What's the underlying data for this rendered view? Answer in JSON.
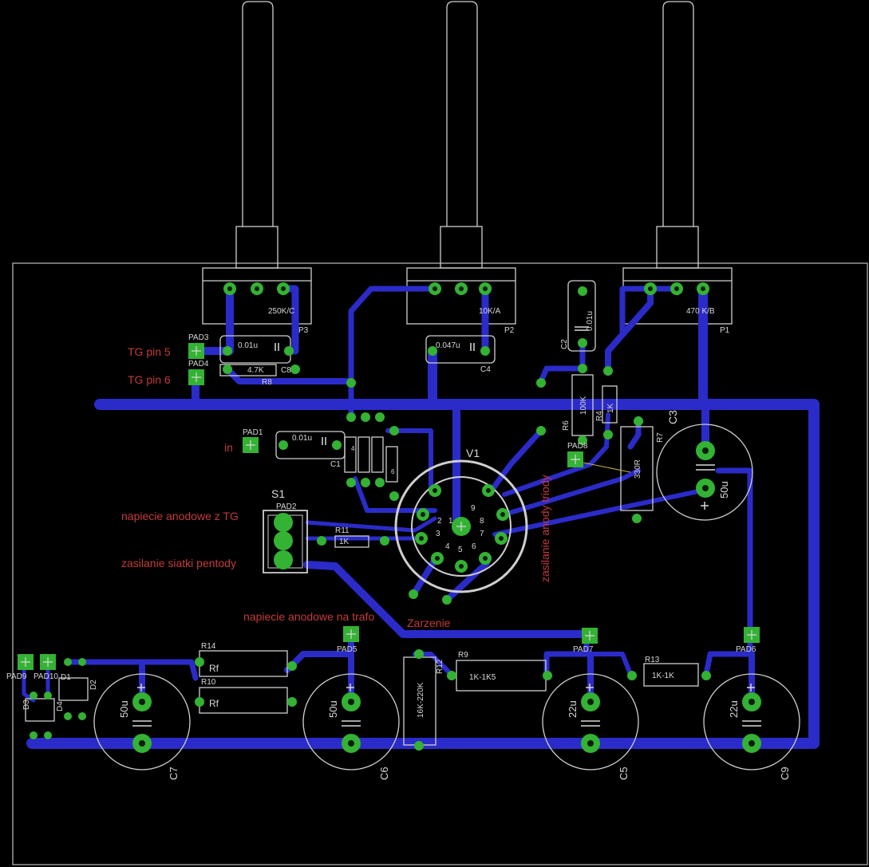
{
  "board": {
    "background": "#000000",
    "trace_color": "#2b2bc9",
    "pad_color": "#33b233",
    "silk_color": "#d8d8d8",
    "label_color": "#c43a3a"
  },
  "pots": [
    {
      "name": "P3",
      "value": "250K/C"
    },
    {
      "name": "P2",
      "value": "10K/A"
    },
    {
      "name": "P1",
      "value": "470 K/B"
    }
  ],
  "tube": {
    "name": "V1",
    "pins": [
      "1",
      "2",
      "3",
      "4",
      "5",
      "6",
      "7",
      "8",
      "9"
    ]
  },
  "switch": {
    "name": "S1"
  },
  "pads": [
    "PAD1",
    "PAD2",
    "PAD3",
    "PAD4",
    "PAD5",
    "PAD6",
    "PAD7",
    "PAD8",
    "PAD9",
    "PAD10"
  ],
  "capacitors": [
    {
      "name": "C1",
      "value": "0.01u"
    },
    {
      "name": "C2",
      "value": "0.01u"
    },
    {
      "name": "C4",
      "value": "0.047u"
    },
    {
      "name": "C8",
      "value": "0.01u"
    },
    {
      "name": "C3",
      "value": "50u"
    },
    {
      "name": "C7",
      "value": "50u"
    },
    {
      "name": "C6",
      "value": "50u"
    },
    {
      "name": "C5",
      "value": "22u"
    },
    {
      "name": "C9",
      "value": "22u"
    }
  ],
  "resistors": [
    {
      "name": "R8",
      "value": "4.7K"
    },
    {
      "name": "R6",
      "value": "100K"
    },
    {
      "name": "R4",
      "value": "1K"
    },
    {
      "name": "R7",
      "value": "330R"
    },
    {
      "name": "R11",
      "value": "1K"
    },
    {
      "name": "R14",
      "value": "Rf"
    },
    {
      "name": "R10",
      "value": "Rf"
    },
    {
      "name": "R12",
      "value": "16K-220K"
    },
    {
      "name": "R9",
      "value": "1K-1K5"
    },
    {
      "name": "R13",
      "value": "1K-1K"
    }
  ],
  "diodes": [
    "D1",
    "D2",
    "D3",
    "D4"
  ],
  "labels": {
    "tg5": "TG pin 5",
    "tg6": "TG pin 6",
    "in": "in",
    "anode_tg": "napiecie anodowe z TG",
    "grid_pentode": "zasilanie siatki pentody",
    "anode_trafo": "napiecie anodowe na trafo",
    "zarzenie": "Zarzenie",
    "triode": "zasilanie anody triody"
  }
}
